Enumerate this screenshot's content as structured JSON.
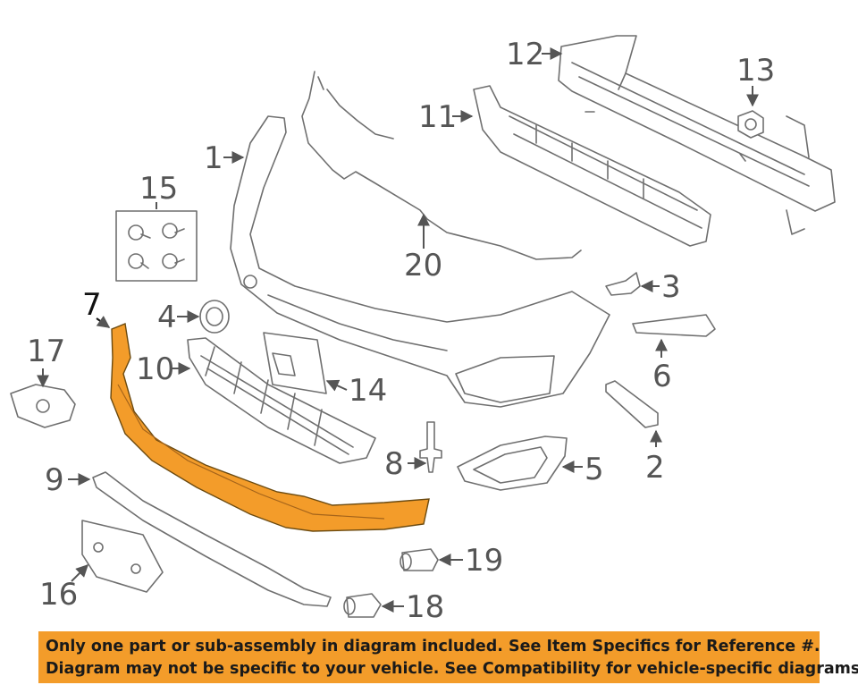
{
  "callouts": {
    "c1": "1",
    "c2": "2",
    "c3": "3",
    "c4": "4",
    "c5": "5",
    "c6": "6",
    "c7": "7",
    "c8": "8",
    "c9": "9",
    "c10": "10",
    "c11": "11",
    "c12": "12",
    "c13": "13",
    "c14": "14",
    "c15": "15",
    "c16": "16",
    "c17": "17",
    "c18": "18",
    "c19": "19",
    "c20": "20"
  },
  "highlight_part": "7",
  "colors": {
    "highlight": "#f39c2a",
    "banner": "#f39c2a",
    "line": "#6f6f6f"
  },
  "disclaimer": {
    "line1": "Only one part or sub-assembly in diagram included. See Item Specifics for Reference #.",
    "line2": "Diagram may not be specific to your vehicle. See Compatibility for vehicle-specific diagrams."
  }
}
